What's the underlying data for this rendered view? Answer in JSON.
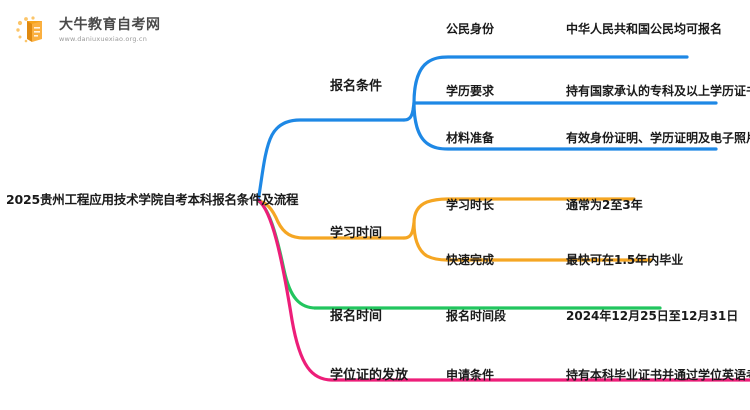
{
  "logo": {
    "name": "大牛教育自考网",
    "url": "www.daniuxuexiao.org.cn",
    "icon": "book-icon"
  },
  "root": {
    "title": "2025贵州工程应用技术学院自考本科报名条件及流程"
  },
  "colors": {
    "branch_1": "#1E88E5",
    "branch_2": "#F5A623",
    "branch_3": "#22C55E",
    "branch_4": "#ED1E79",
    "text": "#1a1a1a",
    "logo_orange": "#F7A41D",
    "logo_text": "#4a4a4a",
    "background": "#ffffff"
  },
  "branches": [
    {
      "label": "报名条件",
      "color": "#1E88E5",
      "children": [
        {
          "key": "公民身份",
          "value": "中华人民共和国公民均可报名"
        },
        {
          "key": "学历要求",
          "value": "持有国家承认的专科及以上学历证书"
        },
        {
          "key": "材料准备",
          "value": "有效身份证明、学历证明及电子照片"
        }
      ]
    },
    {
      "label": "学习时间",
      "color": "#F5A623",
      "children": [
        {
          "key": "学习时长",
          "value": "通常为2至3年"
        },
        {
          "key": "快速完成",
          "value": "最快可在1.5年内毕业"
        }
      ]
    },
    {
      "label": "报名时间",
      "color": "#22C55E",
      "children": [
        {
          "key": "报名时间段",
          "value": "2024年12月25日至12月31日"
        }
      ]
    },
    {
      "label": "学位证的发放",
      "color": "#ED1E79",
      "children": [
        {
          "key": "申请条件",
          "value": "持有本科毕业证书并通过学位英语考试"
        }
      ]
    }
  ]
}
